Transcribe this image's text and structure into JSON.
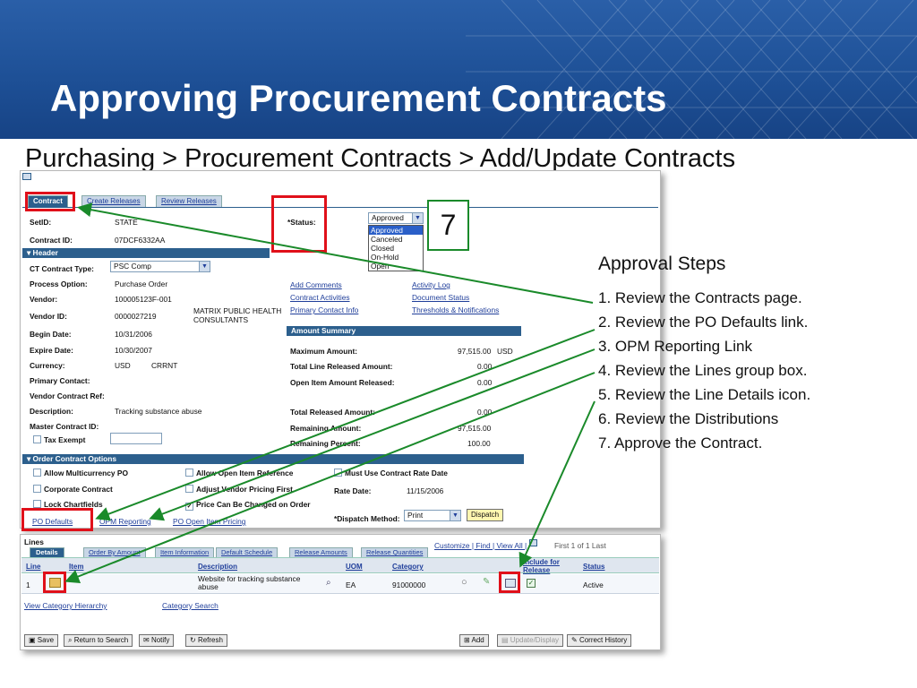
{
  "slide": {
    "title": "Approving Procurement Contracts",
    "breadcrumb": "Purchasing > Procurement Contracts > Add/Update Contracts"
  },
  "colors": {
    "banner": "#1d4f95",
    "accent_red": "#e0101a",
    "arrow_green": "#1a8a2a",
    "ps_bar": "#2c5f8d"
  },
  "contract_page": {
    "tabs": [
      "Contract",
      "Create Releases",
      "Review Releases"
    ],
    "setid_label": "SetID:",
    "setid_value": "STATE",
    "contract_id_label": "Contract ID:",
    "contract_id_value": "07DCF6332AA",
    "status_label": "*Status:",
    "status_value": "Approved",
    "status_options": [
      "Approved",
      "Canceled",
      "Closed",
      "On-Hold",
      "Open"
    ],
    "header_bar": "Header",
    "ct_type_label": "CT Contract Type:",
    "ct_type_value": "PSC Comp",
    "process_label": "Process Option:",
    "process_value": "Purchase Order",
    "vendor_label": "Vendor:",
    "vendor_value": "100005123F-001",
    "vendor_id_label": "Vendor ID:",
    "vendor_id_value": "0000027219",
    "vendor_name": "MATRIX PUBLIC HEALTH CONSULTANTS",
    "begin_label": "Begin Date:",
    "begin_value": "10/31/2006",
    "expire_label": "Expire Date:",
    "expire_value": "10/30/2007",
    "currency_label": "Currency:",
    "currency_value": "USD",
    "currency_type": "CRRNT",
    "primary_contact_label": "Primary Contact:",
    "vendor_ref_label": "Vendor Contract Ref:",
    "description_label": "Description:",
    "description_value": "Tracking substance abuse",
    "master_label": "Master Contract ID:",
    "tax_exempt_label": "Tax Exempt",
    "links": {
      "add_comments": "Add Comments",
      "activity_log": "Activity Log",
      "contract_activities": "Contract Activities",
      "document_status": "Document Status",
      "primary_contact_info": "Primary Contact Info",
      "thresholds": "Thresholds & Notifications"
    },
    "amount_summary_bar": "Amount Summary",
    "max_amount_label": "Maximum Amount:",
    "max_amount_value": "97,515.00",
    "max_amount_cur": "USD",
    "total_line_label": "Total Line Released Amount:",
    "total_line_value": "0.00",
    "open_item_label": "Open Item Amount Released:",
    "open_item_value": "0.00",
    "total_released_label": "Total Released Amount:",
    "total_released_value": "0.00",
    "remaining_label": "Remaining Amount:",
    "remaining_value": "97,515.00",
    "remaining_pct_label": "Remaining Percent:",
    "remaining_pct_value": "100.00",
    "order_options_bar": "Order Contract Options",
    "opt_multicurrency": "Allow Multicurrency PO",
    "opt_open_item": "Allow Open Item Reference",
    "opt_must_use": "Must Use Contract Rate Date",
    "opt_corporate": "Corporate Contract",
    "opt_adjust": "Adjust Vendor Pricing First",
    "rate_date_label": "Rate Date:",
    "rate_date_value": "11/15/2006",
    "opt_lock": "Lock Chartfields",
    "opt_price_change": "Price Can Be Changed on Order",
    "po_defaults": "PO Defaults",
    "opm_reporting": "OPM Reporting",
    "po_open_item": "PO Open Item Pricing",
    "dispatch_label": "*Dispatch Method:",
    "dispatch_value": "Print",
    "dispatch_btn": "Dispatch"
  },
  "lines_page": {
    "title": "Lines",
    "nav": "Customize | Find | View All |",
    "pager": "First 1 of 1 Last",
    "tabs": [
      "Details",
      "Order By Amount",
      "Item Information",
      "Default Schedule",
      "Release Amounts",
      "Release Quantities"
    ],
    "columns": [
      "Line",
      "Item",
      "Description",
      "UOM",
      "Category",
      "Include for Release",
      "Status"
    ],
    "row": {
      "line": "1",
      "description": "Website for tracking substance abuse",
      "uom": "EA",
      "category": "91000000",
      "status": "Active"
    },
    "view_category": "View Category Hierarchy",
    "category_search": "Category Search",
    "buttons": {
      "save": "Save",
      "return": "Return to Search",
      "notify": "Notify",
      "refresh": "Refresh",
      "add": "Add",
      "update": "Update/Display",
      "history": "Correct History"
    }
  },
  "callout": "7",
  "approval_steps": {
    "heading": "Approval Steps",
    "items": [
      "1. Review the Contracts page.",
      "2. Review the PO Defaults link.",
      "3. OPM Reporting Link",
      "4. Review the Lines group box.",
      "5. Review the Line Details icon.",
      "6. Review the Distributions",
      "7. Approve the Contract."
    ]
  }
}
